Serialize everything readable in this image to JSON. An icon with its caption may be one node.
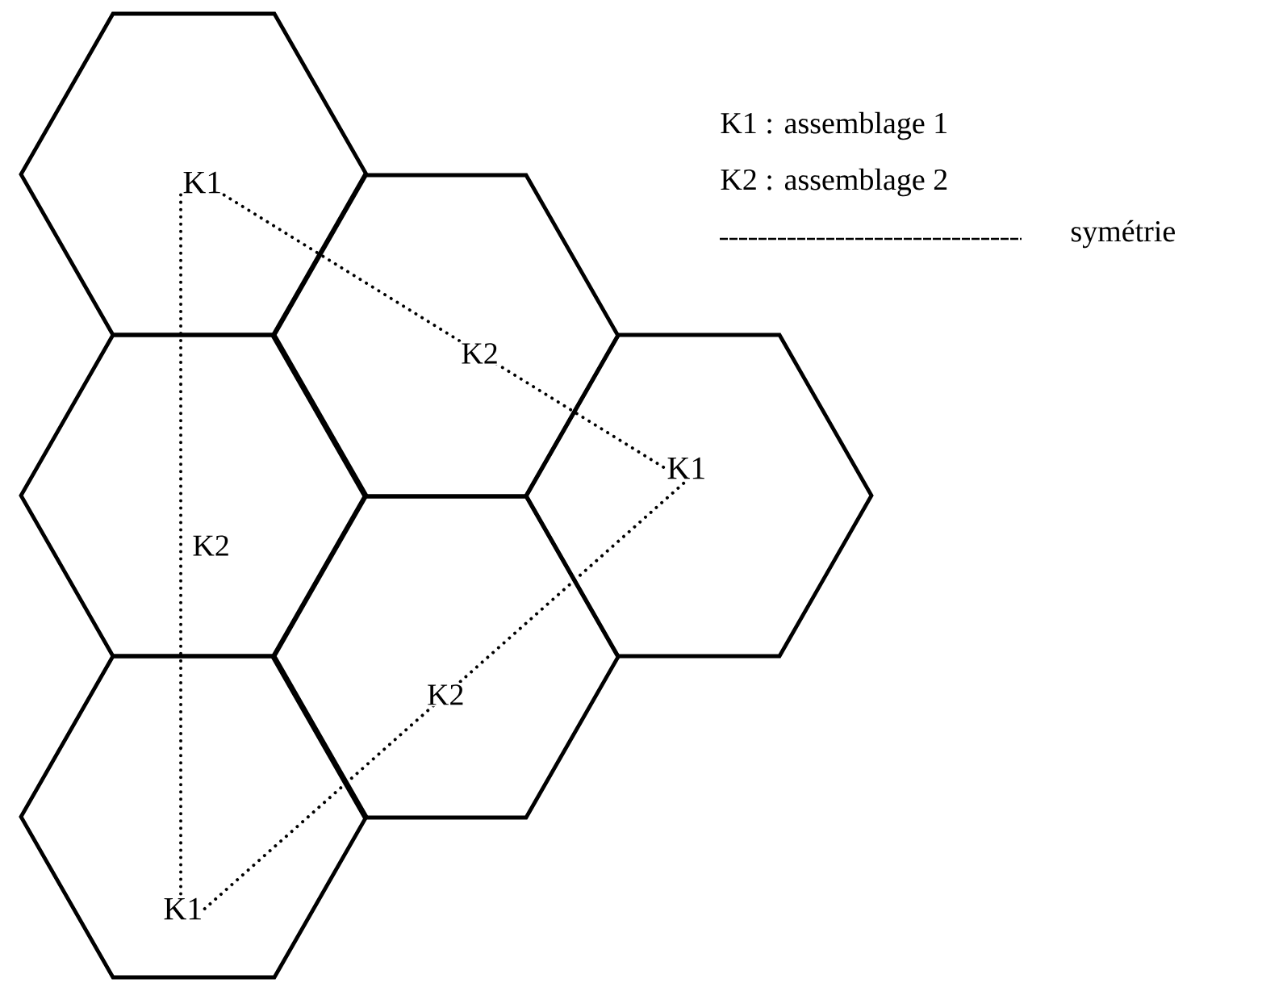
{
  "diagram": {
    "nodes": [
      {
        "text": [
          "K1"
        ]
      },
      {
        "text": [
          "K1"
        ]
      },
      {
        "text": [
          "K1"
        ]
      }
    ],
    "edges": [
      {
        "from": 0,
        "to": 2,
        "arrow": "none",
        "label": "K2"
      },
      {
        "from": 0,
        "to": 1,
        "arrow": "none",
        "label": "K2"
      },
      {
        "from": 2,
        "to": 1,
        "arrow": "none",
        "label": "K2"
      }
    ],
    "labels": [
      "K1 : assemblage 1",
      "K2 : assemblage 2"
    ],
    "legend": [
      {
        "text": "symétrie"
      }
    ]
  }
}
